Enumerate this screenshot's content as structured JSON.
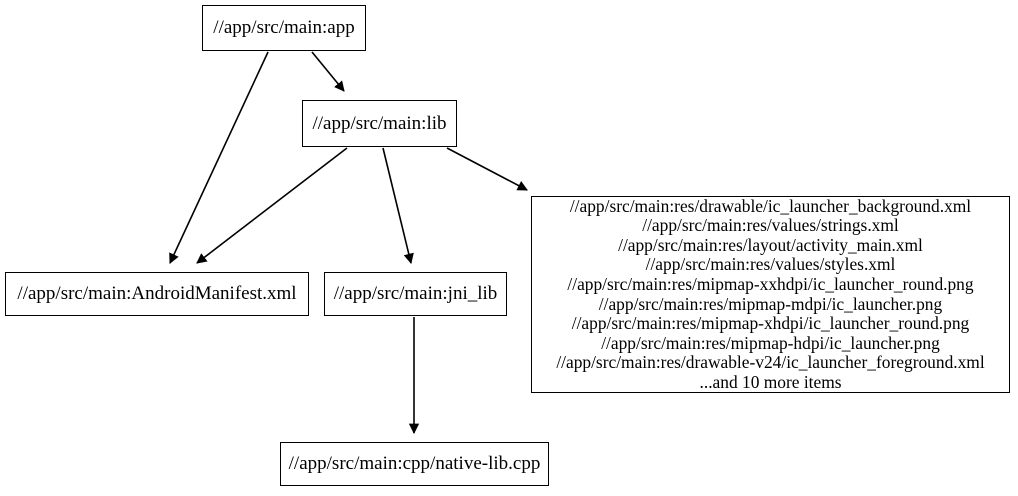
{
  "graph": {
    "type": "directed-dependency-graph",
    "background_color": "#ffffff",
    "stroke_color": "#000000",
    "text_color": "#000000",
    "nodes": [
      {
        "id": "app",
        "label": "//app/src/main:app"
      },
      {
        "id": "lib",
        "label": "//app/src/main:lib"
      },
      {
        "id": "manifest",
        "label": "//app/src/main:AndroidManifest.xml"
      },
      {
        "id": "jni",
        "label": "//app/src/main:jni_lib"
      },
      {
        "id": "res",
        "label": "//app/src/main:res/drawable/ic_launcher_background.xml\n//app/src/main:res/values/strings.xml\n//app/src/main:res/layout/activity_main.xml\n//app/src/main:res/values/styles.xml\n//app/src/main:res/mipmap-xxhdpi/ic_launcher_round.png\n//app/src/main:res/mipmap-mdpi/ic_launcher.png\n//app/src/main:res/mipmap-xhdpi/ic_launcher_round.png\n//app/src/main:res/mipmap-hdpi/ic_launcher.png\n//app/src/main:res/drawable-v24/ic_launcher_foreground.xml\n...and 10 more items",
        "lines": [
          "//app/src/main:res/drawable/ic_launcher_background.xml",
          "//app/src/main:res/values/strings.xml",
          "//app/src/main:res/layout/activity_main.xml",
          "//app/src/main:res/values/styles.xml",
          "//app/src/main:res/mipmap-xxhdpi/ic_launcher_round.png",
          "//app/src/main:res/mipmap-mdpi/ic_launcher.png",
          "//app/src/main:res/mipmap-xhdpi/ic_launcher_round.png",
          "//app/src/main:res/mipmap-hdpi/ic_launcher.png",
          "//app/src/main:res/drawable-v24/ic_launcher_foreground.xml",
          "...and 10 more items"
        ]
      },
      {
        "id": "native",
        "label": "//app/src/main:cpp/native-lib.cpp"
      }
    ],
    "edges": [
      {
        "from": "app",
        "to": "manifest"
      },
      {
        "from": "app",
        "to": "lib"
      },
      {
        "from": "lib",
        "to": "manifest"
      },
      {
        "from": "lib",
        "to": "jni"
      },
      {
        "from": "lib",
        "to": "res"
      },
      {
        "from": "jni",
        "to": "native"
      }
    ]
  }
}
